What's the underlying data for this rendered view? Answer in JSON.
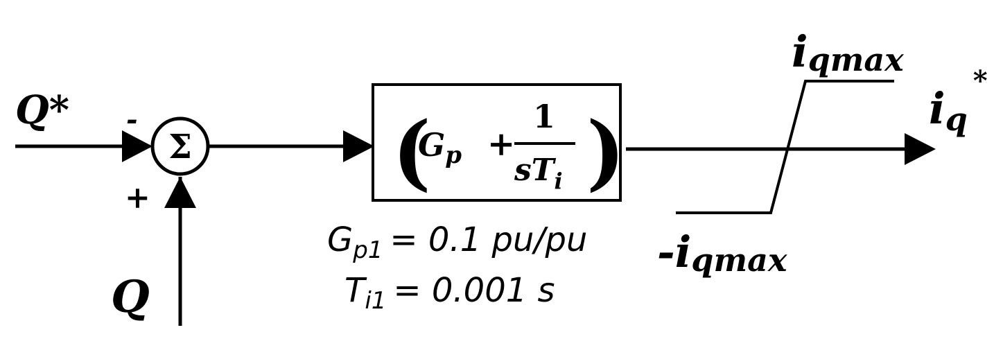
{
  "inputs": {
    "reference": "Q*",
    "measured": "Q",
    "sign_reference": "-",
    "sign_measured": "+"
  },
  "summing_junction": {
    "symbol": "Σ"
  },
  "controller": {
    "gain": "G",
    "gain_sub": "p",
    "plus": "+",
    "numerator": "1",
    "denominator": "sT",
    "denominator_sub": "i"
  },
  "parameters": {
    "gp_base": "G",
    "gp_sub": "p1",
    "gp_value": "= 0.1 pu/pu",
    "ti_base": "T",
    "ti_sub": "i1",
    "ti_value": "= 0.001 s"
  },
  "limiter": {
    "upper_base": "i",
    "upper_sub": "qmax",
    "lower_base": "-i",
    "lower_sub": "qmax"
  },
  "output": {
    "base": "i",
    "sub": "q",
    "sup": "*"
  }
}
